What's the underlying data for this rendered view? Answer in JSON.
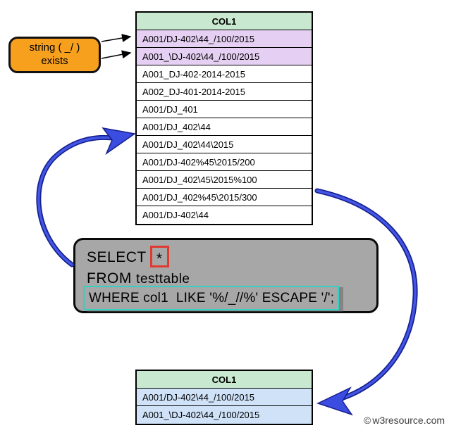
{
  "callout": {
    "line1": "string ( _/ )",
    "line2": "exists"
  },
  "tables": {
    "top_table": {
      "header": "COL1",
      "rows": [
        {
          "text": "A001/DJ-402\\44_/100/2015",
          "highlight": "purple"
        },
        {
          "text": "A001_\\DJ-402\\44_/100/2015",
          "highlight": "purple"
        },
        {
          "text": "A001_DJ-402-2014-2015",
          "highlight": ""
        },
        {
          "text": "A002_DJ-401-2014-2015",
          "highlight": ""
        },
        {
          "text": "A001/DJ_401",
          "highlight": ""
        },
        {
          "text": "A001/DJ_402\\44",
          "highlight": ""
        },
        {
          "text": "A001/DJ_402\\44\\2015",
          "highlight": ""
        },
        {
          "text": "A001/DJ-402%45\\2015/200",
          "highlight": ""
        },
        {
          "text": "A001/DJ_402\\45\\2015%100",
          "highlight": ""
        },
        {
          "text": "A001/DJ_402%45\\2015/300",
          "highlight": ""
        },
        {
          "text": "A001/DJ-402\\44",
          "highlight": ""
        }
      ]
    },
    "bottom_table": {
      "header": "COL1",
      "rows": [
        {
          "text": "A001/DJ-402\\44_/100/2015",
          "highlight": "blue"
        },
        {
          "text": "A001_\\DJ-402\\44_/100/2015",
          "highlight": "blue"
        }
      ]
    }
  },
  "sql_box": {
    "select_keyword": "SELECT",
    "star": "*",
    "from_keyword": "FROM",
    "table_name": "testtable",
    "where_line": "WHERE col1  LIKE '%/_//%' ESCAPE '/';"
  },
  "watermark": {
    "copyright": "©",
    "text": "w3resource.com"
  },
  "colors": {
    "header_green": "#c8e8cf",
    "row_purple": "#e5cff2",
    "row_blue": "#cfe2f8",
    "sql_box_gray": "#a7a7a7",
    "callout_orange": "#f7a01e",
    "where_border_cyan": "#35d0c0",
    "star_border_red": "#e0392f",
    "curved_arrow_blue": "#3b4ce0"
  }
}
